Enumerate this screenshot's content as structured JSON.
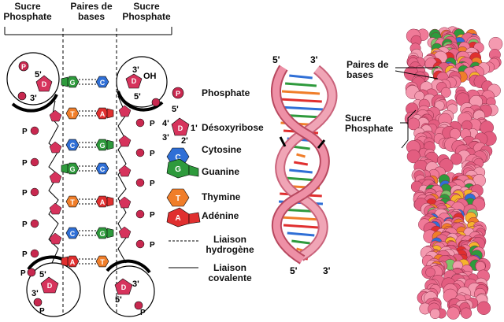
{
  "headers": {
    "left": [
      "Sucre",
      "Phosphate"
    ],
    "middle": [
      "Paires de",
      "bases"
    ],
    "right": [
      "Sucre",
      "Phosphate"
    ]
  },
  "primes": {
    "p5": "5'",
    "p3": "3'",
    "p1": "1'",
    "p2": "2'",
    "p4": "4'"
  },
  "symbols": {
    "phosphate": "P",
    "deoxyribose": "D",
    "cytosine": "C",
    "guanine": "G",
    "thymine": "T",
    "adenine": "A",
    "oh": "OH"
  },
  "legend": {
    "phosphate": "Phosphate",
    "deoxyribose": "Désoxyribose",
    "cytosine": "Cytosine",
    "guanine": "Guanine",
    "thymine": "Thymine",
    "adenine": "Adénine",
    "hbond": [
      "Liaison",
      "hydrogène"
    ],
    "covalent": [
      "Liaison",
      "covalente"
    ]
  },
  "spacefill": {
    "base_pairs": [
      "Paires de",
      "bases"
    ],
    "sugar_phosphate": [
      "Sucre",
      "Phosphate"
    ]
  },
  "colors": {
    "phosphate": "#c8284f",
    "sugar": "#d6335c",
    "cytosine": "#2f6fd6",
    "guanine": "#2e9a3c",
    "thymine": "#f07e2a",
    "adenine": "#e02f2f",
    "backbone": "#e58aa0",
    "helix_bar": "#e77f96"
  },
  "ladder_pairs": [
    [
      "G",
      "C"
    ],
    [
      "T",
      "A"
    ],
    [
      "C",
      "G"
    ],
    [
      "G",
      "C"
    ],
    [
      "T",
      "A"
    ],
    [
      "C",
      "G"
    ],
    [
      "A",
      "T"
    ]
  ]
}
